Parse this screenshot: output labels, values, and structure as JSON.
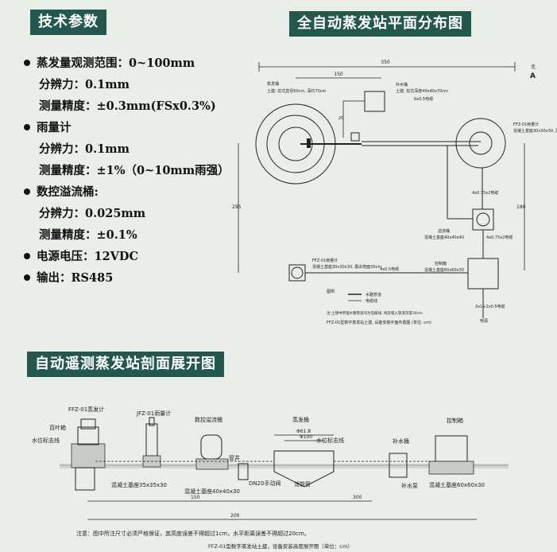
{
  "headers": {
    "specs": "技术参数",
    "plan": "全自动蒸发站平面分布图",
    "section": "自动遥测蒸发站剖面展开图"
  },
  "specs": [
    {
      "bullet": true,
      "text": "蒸发量观测范围：0~100mm"
    },
    {
      "bullet": false,
      "text": "分辨力：0.1mm"
    },
    {
      "bullet": false,
      "text": "测量精度：±0.3mm(FSx0.3%)"
    },
    {
      "bullet": true,
      "text": "雨量计"
    },
    {
      "bullet": false,
      "text": "分辨力：0.1mm"
    },
    {
      "bullet": false,
      "text": "测量精度：±1%（0~10mm雨强）"
    },
    {
      "bullet": true,
      "text": "数控溢流桶:"
    },
    {
      "bullet": false,
      "text": "分辨力：0.025mm"
    },
    {
      "bullet": false,
      "text": "测量精度：±0.1%"
    },
    {
      "bullet": true,
      "text": "电源电压：12VDC"
    },
    {
      "bullet": true,
      "text": "输出：RS485"
    }
  ],
  "plan": {
    "north": "北",
    "north_arrow": "A",
    "dim_top": "350",
    "dim_inner": "150",
    "dim_left": "295",
    "dim_right": "180",
    "dim_side": "20",
    "evaporator_label": "蒸发桶",
    "evaporator_note": "土建: 挖坑直径60cm, 深约70cm",
    "pump_label": "补水桶",
    "pump_note": "土建: 挖坑深度40x40x70cm",
    "pipe_note": "6x0.5电缆",
    "rain_label": "FFZ-01雨量计",
    "rain_note": "混凝土基座30x30x30, 露出地面30cm",
    "cable_note_1": "4x0.75x2电缆",
    "cable_note_2": "4x0.75x2电缆",
    "rain_cable": "4x0.5电缆",
    "overflow_label": "溢流桶",
    "overflow_note": "混凝土基座40x40x40",
    "control_label": "控制箱",
    "control_note": "混凝土基座60x60x30",
    "power_note": "2x1+2x0.5电缆",
    "power_label": "电源",
    "legend_title": "图例",
    "legend_items": [
      "水路管道",
      "电缆线"
    ],
    "legend_note": "注:土建中所埋水路管道均为电缆线, 线及埋入管道深度30cm.",
    "caption": "FFZ-01型数字蒸发站土建, 设备安装平面布置图 (单位: cm)"
  },
  "section": {
    "label_evaporator_unit": "FFZ-01蒸发计",
    "label_louver": "百叶箱",
    "label_water_line_left": "水位标志线",
    "label_rain": "JFZ-01雨量计",
    "label_overflow": "数控溢流桶",
    "label_evap_pan": "蒸发桶",
    "label_dia_1": "Φ61.8",
    "label_dia_2": "Φ100",
    "label_water_line_right": "水位标志线",
    "label_supply": "补水桶",
    "label_control": "控制箱",
    "label_base_1": "混凝土基座35x35x30",
    "label_base_2": "混凝土基座40x40x30",
    "label_pipe": "管井",
    "label_valve": "DN20手动阀",
    "label_drain": "消能管",
    "label_pump": "补水泵",
    "label_base_3": "混凝土基座60x60x30",
    "dim_a": "150",
    "dim_b": "300",
    "dim_c": "200",
    "note": "注意：图中所注尺寸必须严格保证，其高度误差不得超过1cm，水平距离误差不得超过20cm。",
    "caption": "FFZ-01型数字蒸发站土建，设备安装高度展开图（单位：cm）"
  }
}
